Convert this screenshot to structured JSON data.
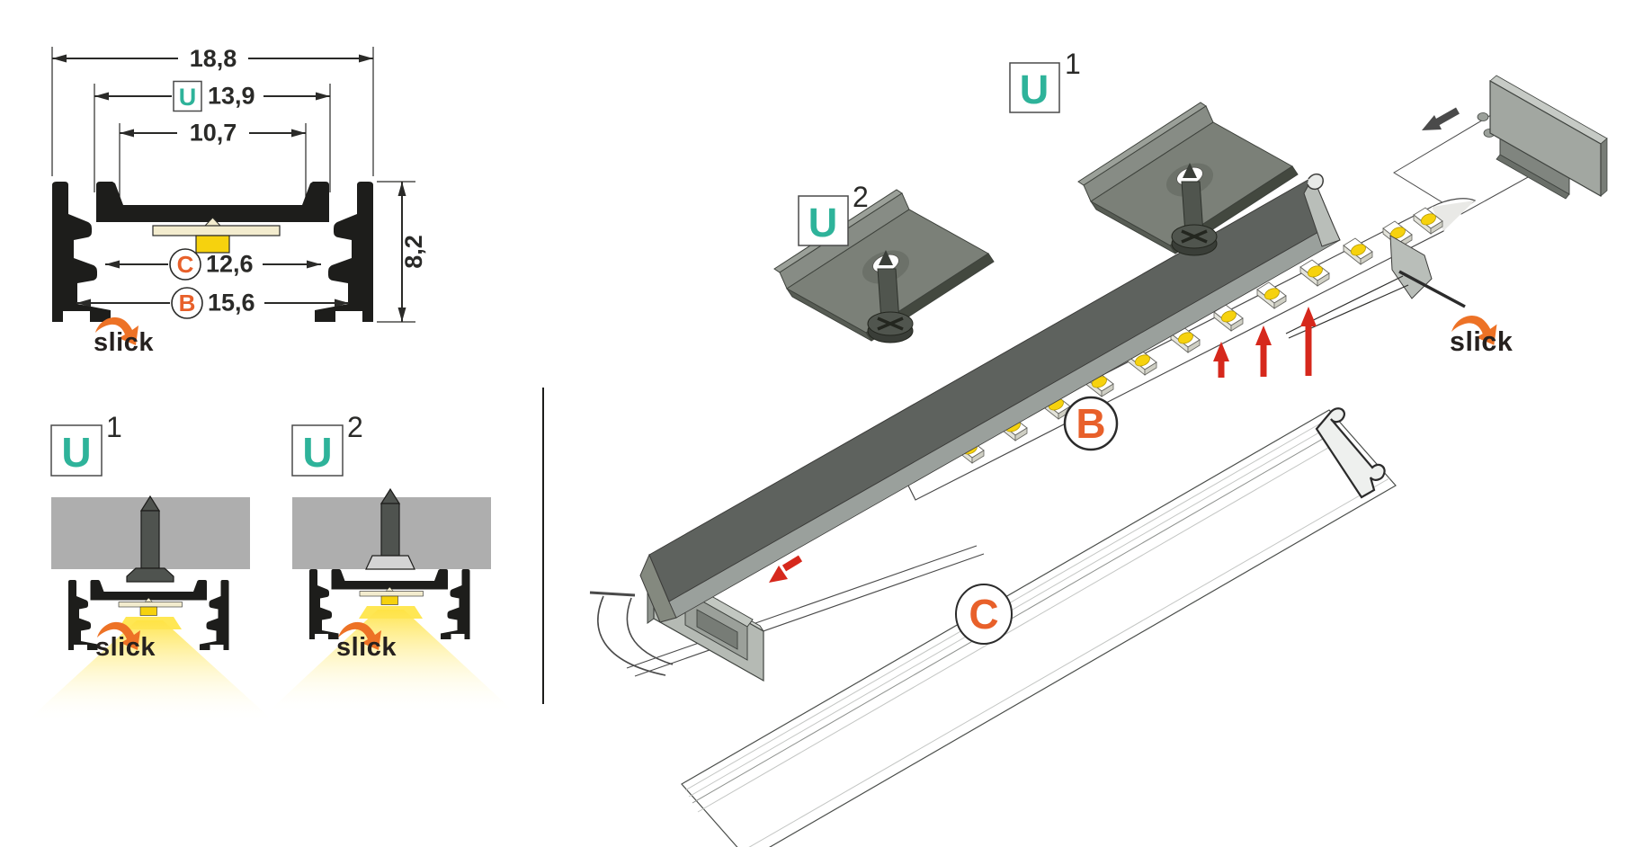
{
  "brand": {
    "logo_text": "slick"
  },
  "cross_section": {
    "overall_width": "18,8",
    "u_width": "13,9",
    "inner_width": "10,7",
    "c_width": "12,6",
    "b_width": "15,6",
    "height": "8,2"
  },
  "labels": {
    "u": "U",
    "b": "B",
    "c": "C",
    "variant_1": "1",
    "variant_2": "2"
  },
  "colors": {
    "teal": "#2eb39a",
    "orange": "#e8602a",
    "swoosh_orange": "#ed7226",
    "red": "#d6281c",
    "led_yellow": "#f6d20e",
    "pcb_cream": "#f3ecce",
    "ink": "#1d1d1b"
  }
}
